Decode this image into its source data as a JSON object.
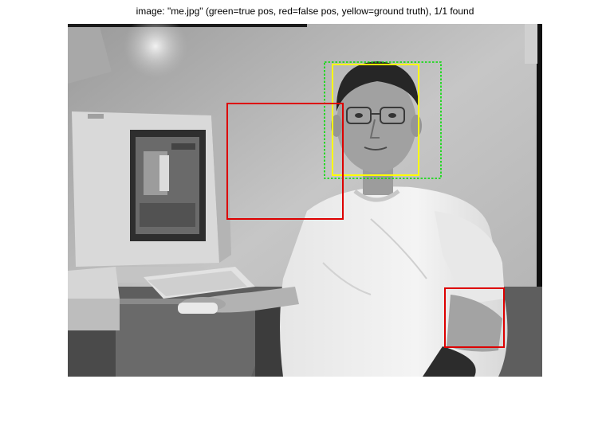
{
  "title": "image: \"me.jpg\" (green=true pos, red=false pos, yellow=ground truth), 1/1 found",
  "image": {
    "filename": "me.jpg",
    "tone": "grayscale"
  },
  "legend_colors": {
    "true_positive": "#00dd00",
    "false_positive": "#dd0000",
    "ground_truth": "#ffff00"
  },
  "detections": {
    "found": 1,
    "total": 1,
    "true_positive_count": 1,
    "false_positive_count": 2,
    "ground_truth_count": 1
  }
}
